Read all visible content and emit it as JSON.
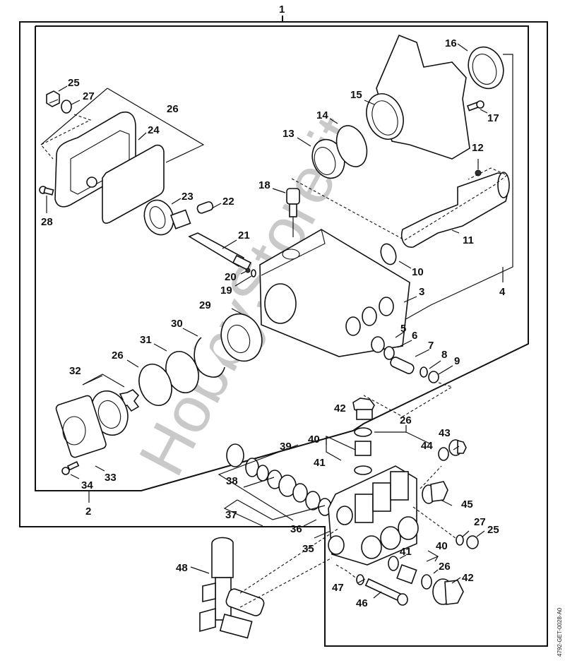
{
  "diagram": {
    "title": "Pump exploded parts diagram",
    "watermark": "HobbyStore.it",
    "document_id": "4792-GET-0028-A0",
    "groups": {
      "assembly_1": "1",
      "kit_2": "2",
      "kit_4": "4"
    },
    "labels": [
      {
        "id": "1",
        "text": "1"
      },
      {
        "id": "2",
        "text": "2"
      },
      {
        "id": "3",
        "text": "3"
      },
      {
        "id": "4",
        "text": "4"
      },
      {
        "id": "5",
        "text": "5"
      },
      {
        "id": "6",
        "text": "6"
      },
      {
        "id": "7",
        "text": "7"
      },
      {
        "id": "8",
        "text": "8"
      },
      {
        "id": "9",
        "text": "9"
      },
      {
        "id": "10",
        "text": "10"
      },
      {
        "id": "11",
        "text": "11"
      },
      {
        "id": "12",
        "text": "12"
      },
      {
        "id": "13",
        "text": "13"
      },
      {
        "id": "14",
        "text": "14"
      },
      {
        "id": "15",
        "text": "15"
      },
      {
        "id": "16",
        "text": "16"
      },
      {
        "id": "17",
        "text": "17"
      },
      {
        "id": "18",
        "text": "18"
      },
      {
        "id": "19",
        "text": "19"
      },
      {
        "id": "20",
        "text": "20"
      },
      {
        "id": "21",
        "text": "21"
      },
      {
        "id": "22",
        "text": "22"
      },
      {
        "id": "23",
        "text": "23"
      },
      {
        "id": "24",
        "text": "24"
      },
      {
        "id": "25a",
        "text": "25"
      },
      {
        "id": "25b",
        "text": "25"
      },
      {
        "id": "26a",
        "text": "26"
      },
      {
        "id": "26b",
        "text": "26"
      },
      {
        "id": "26c",
        "text": "26"
      },
      {
        "id": "26d",
        "text": "26"
      },
      {
        "id": "27a",
        "text": "27"
      },
      {
        "id": "27b",
        "text": "27"
      },
      {
        "id": "28",
        "text": "28"
      },
      {
        "id": "29",
        "text": "29"
      },
      {
        "id": "30",
        "text": "30"
      },
      {
        "id": "31",
        "text": "31"
      },
      {
        "id": "32",
        "text": "32"
      },
      {
        "id": "33",
        "text": "33"
      },
      {
        "id": "34",
        "text": "34"
      },
      {
        "id": "35",
        "text": "35"
      },
      {
        "id": "36",
        "text": "36"
      },
      {
        "id": "37",
        "text": "37"
      },
      {
        "id": "38",
        "text": "38"
      },
      {
        "id": "39",
        "text": "39"
      },
      {
        "id": "40a",
        "text": "40"
      },
      {
        "id": "40b",
        "text": "40"
      },
      {
        "id": "41a",
        "text": "41"
      },
      {
        "id": "41b",
        "text": "41"
      },
      {
        "id": "42a",
        "text": "42"
      },
      {
        "id": "42b",
        "text": "42"
      },
      {
        "id": "43",
        "text": "43"
      },
      {
        "id": "44",
        "text": "44"
      },
      {
        "id": "45",
        "text": "45"
      },
      {
        "id": "46",
        "text": "46"
      },
      {
        "id": "47",
        "text": "47"
      },
      {
        "id": "48",
        "text": "48"
      }
    ]
  }
}
